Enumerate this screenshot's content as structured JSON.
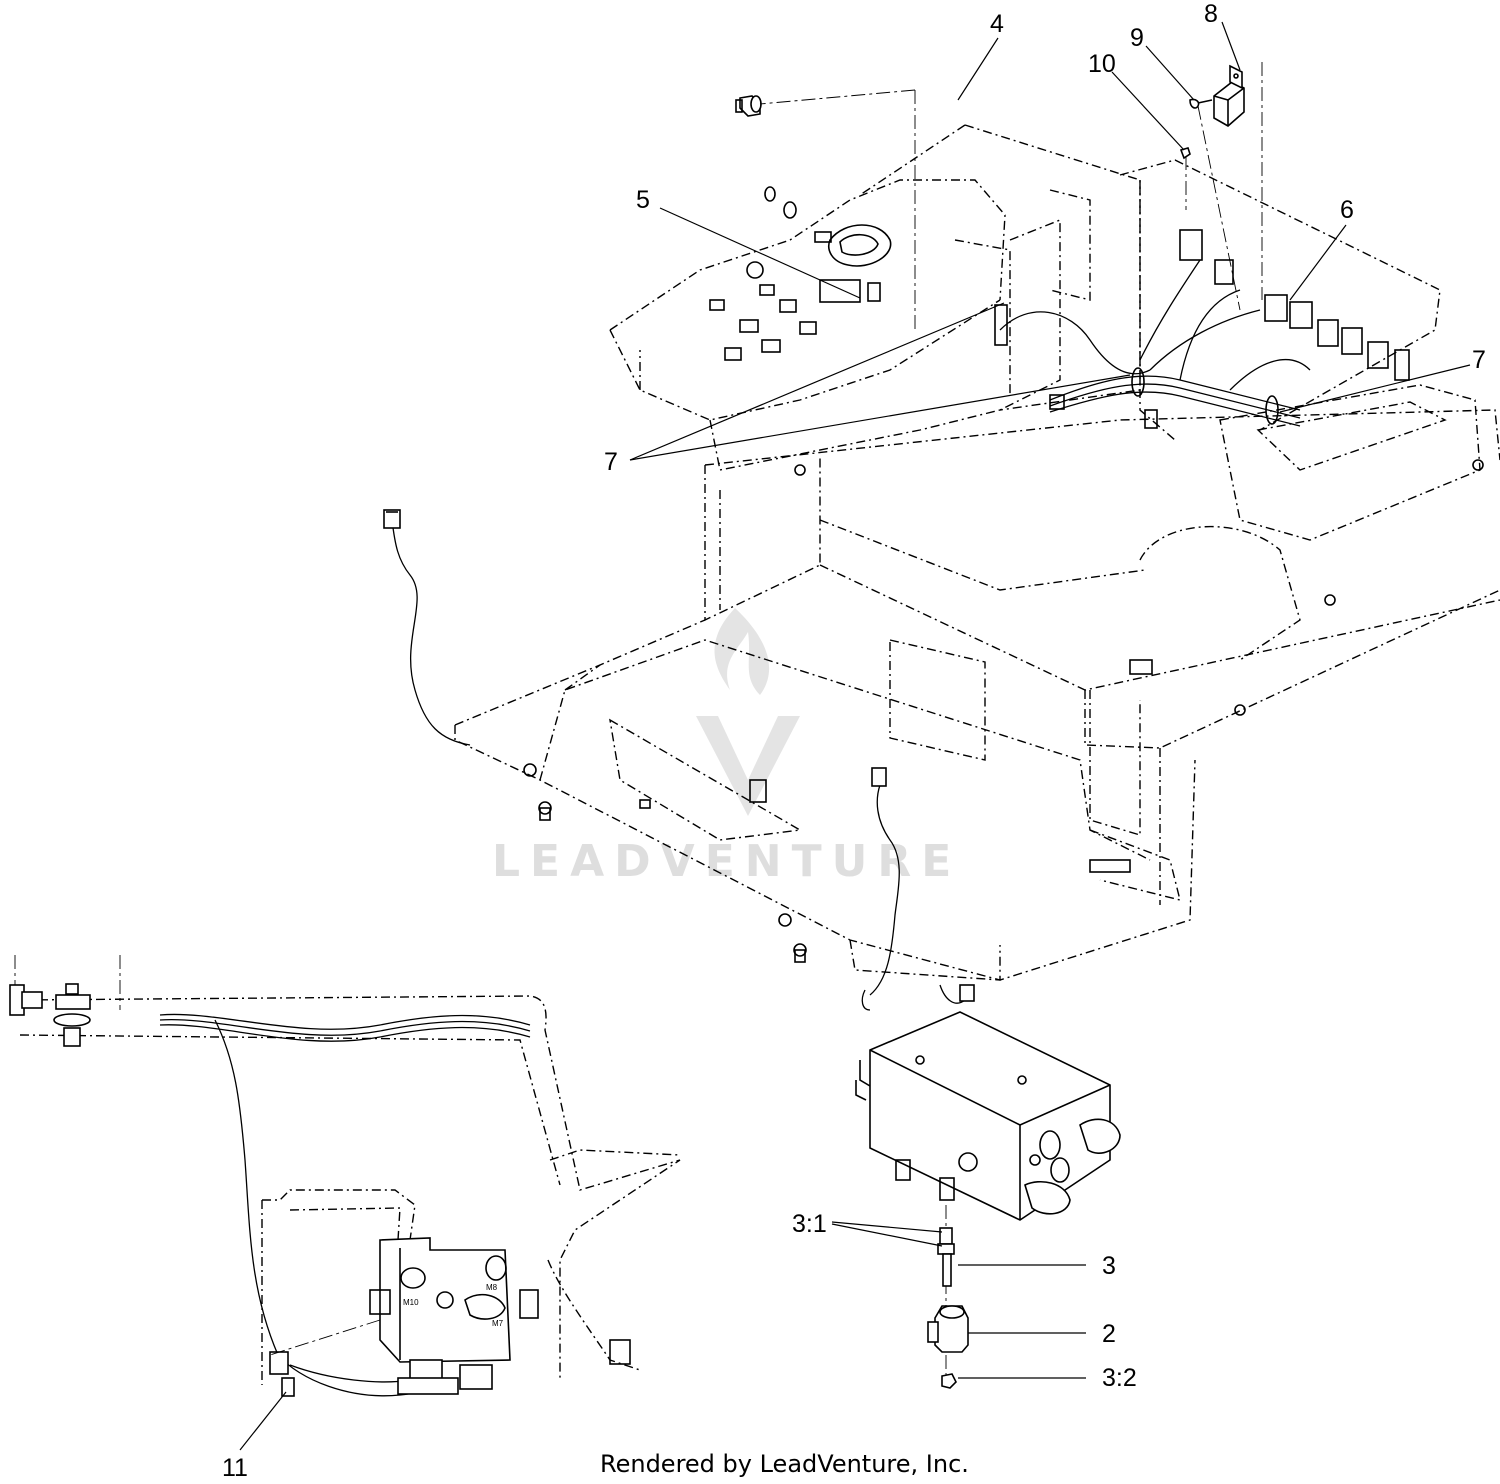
{
  "callouts": {
    "c4": "4",
    "c5": "5",
    "c6": "6",
    "c7a": "7",
    "c7b": "7",
    "c8": "8",
    "c9": "9",
    "c10": "10",
    "c3_1": "3:1",
    "c3": "3",
    "c2": "2",
    "c3_2": "3:2",
    "c11": "11"
  },
  "port_labels": {
    "m8": "M8",
    "m10": "M10",
    "m7": "M7"
  },
  "watermark": {
    "text": "LEADVENTURE"
  },
  "credit": {
    "text": "Rendered by LeadVenture, Inc."
  }
}
